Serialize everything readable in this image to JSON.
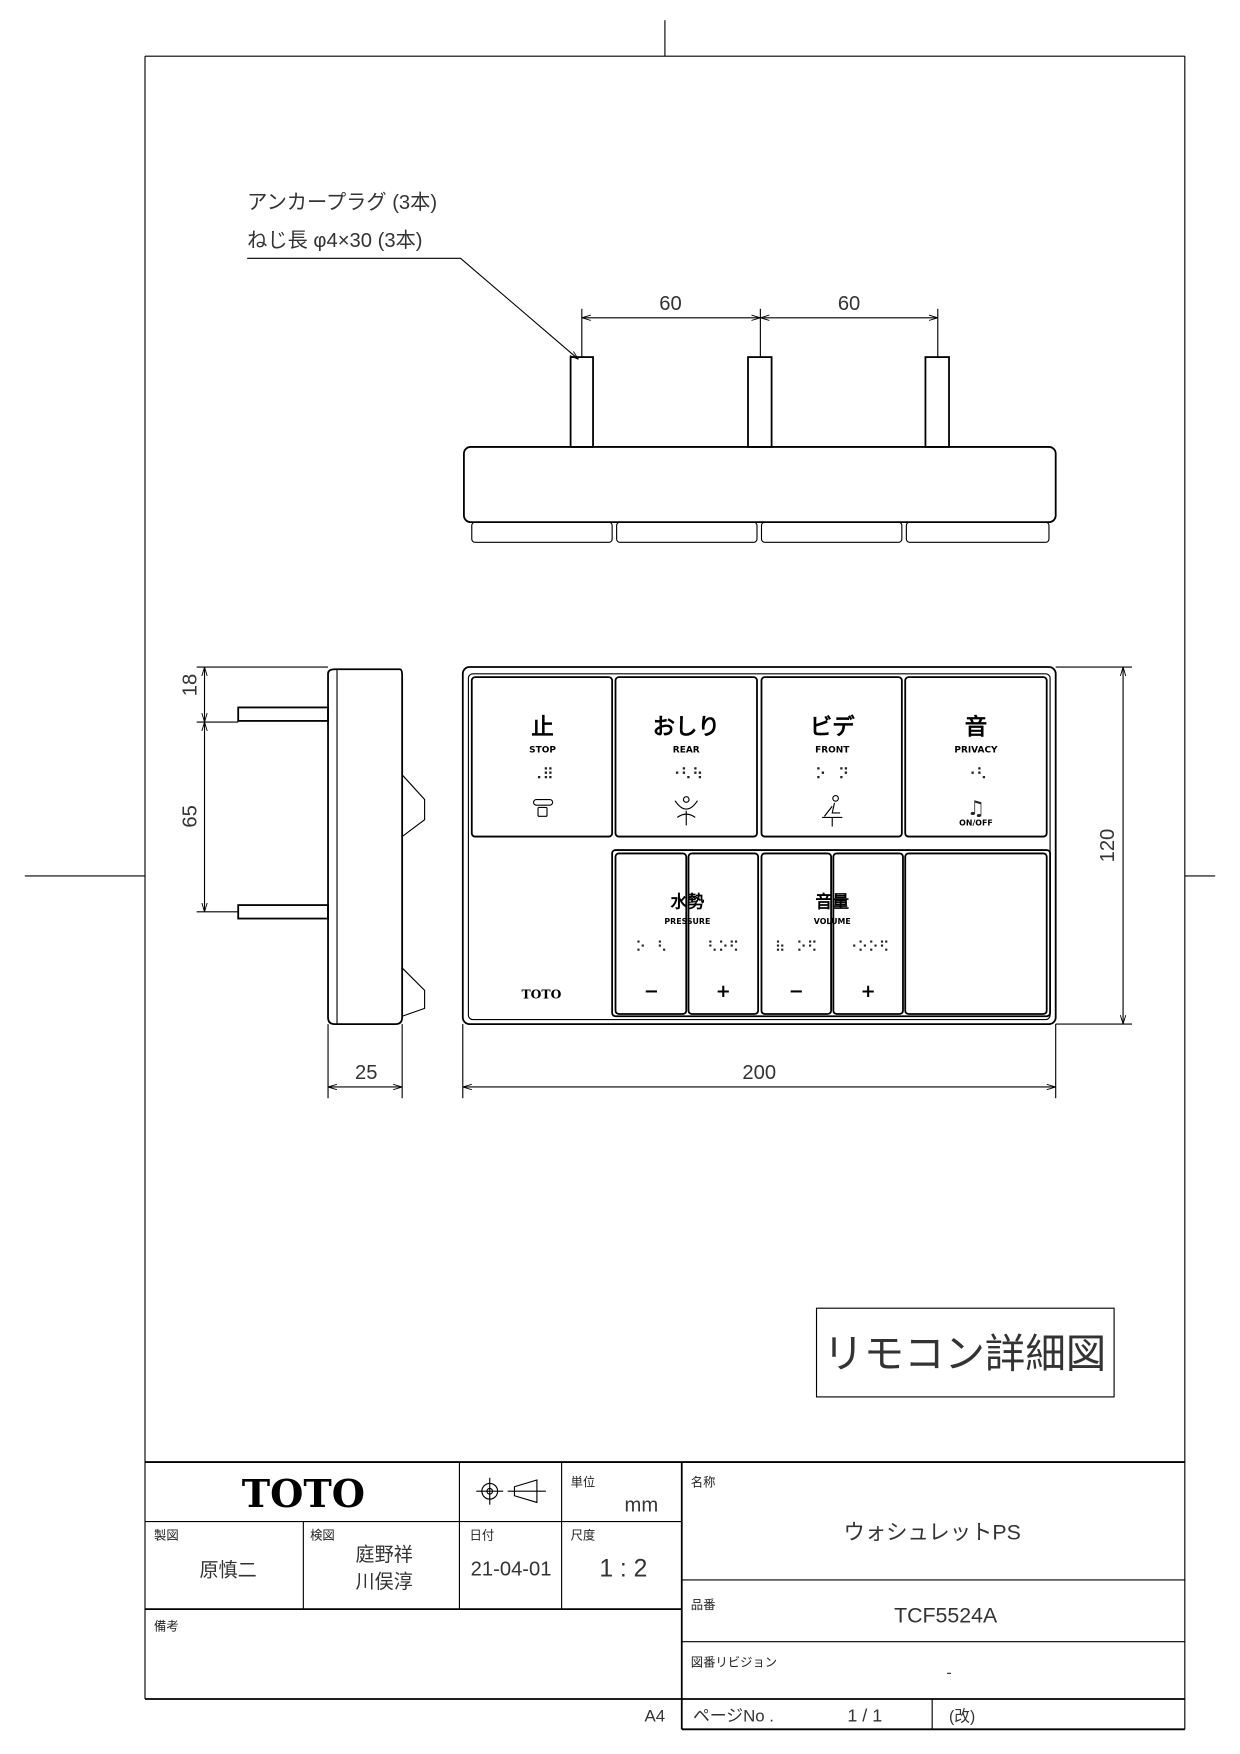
{
  "annotation": {
    "line1": "アンカープラグ (3本)",
    "line2": "ねじ長 φ4×30 (3本)"
  },
  "dimensions": {
    "pitch1": "60",
    "pitch2": "60",
    "height": "120",
    "width": "200",
    "depth": "25",
    "side_top": "18",
    "side_pitch": "65"
  },
  "remote": {
    "buttons": [
      {
        "kanji": "止",
        "label": "STOP",
        "braille": "⠠⠿",
        "icon": "stop-icon"
      },
      {
        "kanji": "おしり",
        "label": "REAR",
        "braille": "⠐⠣⠳",
        "icon": "rear-wash-icon"
      },
      {
        "kanji": "ビデ",
        "label": "FRONT",
        "braille": "⠕⠀⠝",
        "icon": "front-wash-icon"
      },
      {
        "kanji": "音",
        "label": "PRIVACY",
        "braille": "⠐⠣",
        "icon": "music-note-icon",
        "sub": "ON/OFF"
      }
    ],
    "pressure": {
      "kanji": "水勢",
      "label": "PRESSURE",
      "minus": "−",
      "plus": "+",
      "braille_minus": "⠕⠀⠣",
      "braille_plus": "⠣⠕⠫"
    },
    "volume": {
      "kanji": "音量",
      "label": "VOLUME",
      "minus": "−",
      "plus": "+",
      "braille_minus": "⠷⠀⠕⠫",
      "braille_plus": "⠐⠕⠕⠫"
    },
    "brand": "TOTO"
  },
  "caption": "リモコン詳細図",
  "title_block": {
    "logo": "TOTO",
    "unit_label": "単位",
    "unit": "mm",
    "name_label": "名称",
    "name": "ウォシュレットPS",
    "drafter_label": "製図",
    "drafter": "原慎二",
    "checker_label": "検図",
    "checker1": "庭野祥",
    "checker2": "川俣淳",
    "date_label": "日付",
    "date": "21-04-01",
    "scale_label": "尺度",
    "scale": "1 : 2",
    "part_label": "品番",
    "part": "TCF5524A",
    "notes_label": "備考",
    "revision_label": "図番リビジョン",
    "revision": "-",
    "paper": "A4",
    "page_label": "ページNo  .",
    "page": "1 / 1",
    "revision_mark": "(改)"
  }
}
